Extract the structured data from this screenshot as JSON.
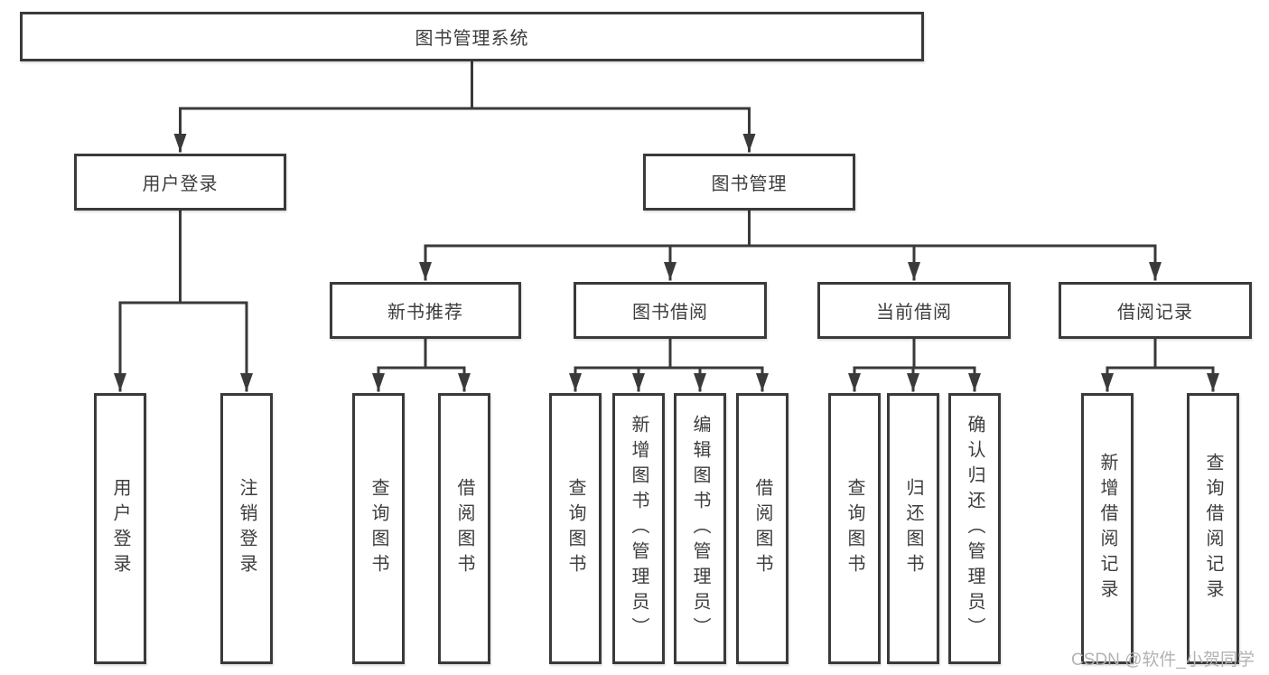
{
  "diagram_title": "图书管理系统",
  "colors": {
    "line": "#3a3a3a",
    "box_border": "#3a3a3a",
    "text": "#3d3d3d",
    "background": "#ffffff",
    "watermark": "#b3b3b3"
  },
  "watermark": {
    "text": "CSDN @软件_小贺同学"
  },
  "tree": {
    "root": {
      "label": "图书管理系统",
      "children": [
        {
          "label": "用户登录",
          "children": [
            {
              "label": "用户登录"
            },
            {
              "label": "注销登录"
            }
          ]
        },
        {
          "label": "图书管理",
          "children": [
            {
              "label": "新书推荐",
              "children": [
                {
                  "label": "查询图书"
                },
                {
                  "label": "借阅图书"
                }
              ]
            },
            {
              "label": "图书借阅",
              "children": [
                {
                  "label": "查询图书"
                },
                {
                  "label": "新增图书（管理员）"
                },
                {
                  "label": "编辑图书（管理员）"
                },
                {
                  "label": "借阅图书"
                }
              ]
            },
            {
              "label": "当前借阅",
              "children": [
                {
                  "label": "查询图书"
                },
                {
                  "label": "归还图书"
                },
                {
                  "label": "确认归还（管理员）"
                }
              ]
            },
            {
              "label": "借阅记录",
              "children": [
                {
                  "label": "新增借阅记录"
                },
                {
                  "label": "查询借阅记录"
                }
              ]
            }
          ]
        }
      ]
    }
  }
}
